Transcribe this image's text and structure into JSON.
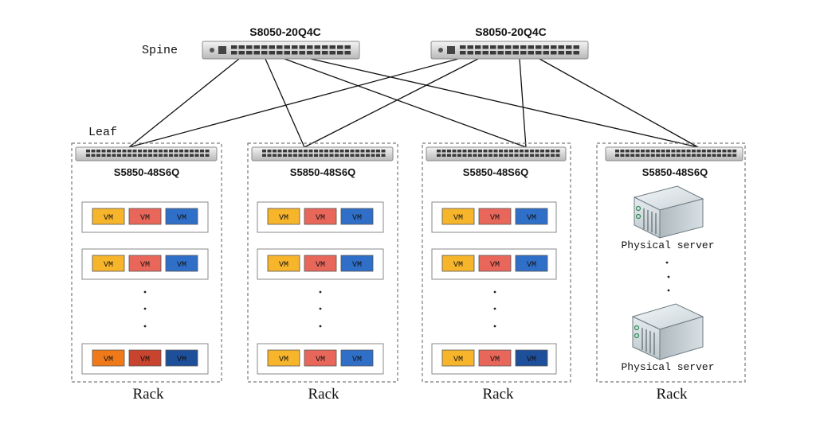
{
  "labels": {
    "spine": "Spine",
    "leaf": "Leaf",
    "vm": "VM",
    "physical_server": "Physical server",
    "rack": "Rack"
  },
  "spines": [
    {
      "model": "S8050-20Q4C"
    },
    {
      "model": "S8050-20Q4C"
    }
  ],
  "leaves": [
    {
      "model": "S5850-48S6Q"
    },
    {
      "model": "S5850-48S6Q"
    },
    {
      "model": "S5850-48S6Q"
    },
    {
      "model": "S5850-48S6Q"
    }
  ],
  "colors": {
    "vm_yellow": "#f7b52c",
    "vm_red": "#e8675a",
    "vm_blue": "#2f6fc7",
    "vm_orange_dark": "#f07a1a",
    "vm_red_dark": "#c8442e",
    "vm_blue_dark": "#1e4f9a",
    "border_dashed": "#7a7a7a",
    "line": "#111111"
  }
}
